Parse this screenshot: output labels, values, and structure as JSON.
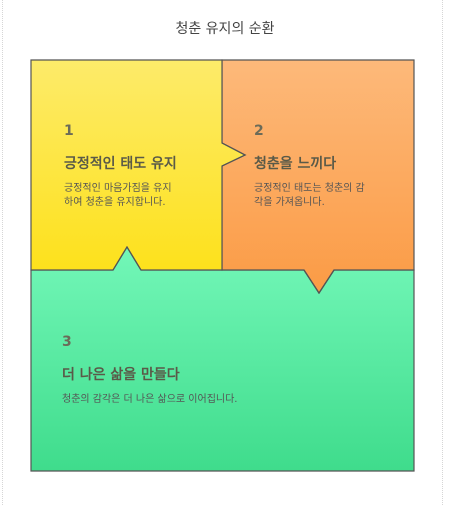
{
  "title": "청춘 유지의 순환",
  "colors": {
    "yellow_top": "#fdeb6a",
    "yellow_bottom": "#fde11c",
    "orange_top": "#fdb97a",
    "orange_bottom": "#fb9b45",
    "green_top": "#73f7b8",
    "green_bottom": "#3fdc8c",
    "outline": "#555555"
  },
  "steps": [
    {
      "number": "1",
      "heading": "긍정적인 태도 유지",
      "description": "긍정적인 마음가짐을 유지\n하여 청춘을 유지합니다."
    },
    {
      "number": "2",
      "heading": "청춘을 느끼다",
      "description": "긍정적인 태도는 청춘의 감\n각을 가져옵니다."
    },
    {
      "number": "3",
      "heading": "더 나은 삶을 만들다",
      "description": "청춘의 감각은 더 나은 삶으로 이어집니다."
    }
  ]
}
